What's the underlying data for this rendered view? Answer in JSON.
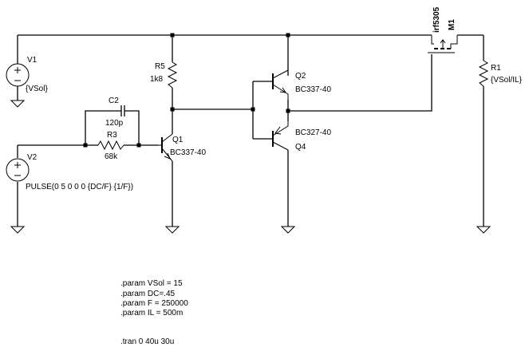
{
  "components": {
    "V1": {
      "ref": "V1",
      "value": "{VSol}"
    },
    "V2": {
      "ref": "V2",
      "value": "PULSE(0 5 0 0 0 {DC/F} {1/F})"
    },
    "C2": {
      "ref": "C2",
      "value": "120p"
    },
    "R3": {
      "ref": "R3",
      "value": "68k"
    },
    "R5": {
      "ref": "R5",
      "value": "1k8"
    },
    "Q1": {
      "ref": "Q1",
      "value": "BC337-40"
    },
    "Q2": {
      "ref": "Q2",
      "value": "BC337-40"
    },
    "Q4": {
      "ref": "Q4",
      "value": "BC327-40"
    },
    "M1": {
      "ref": "M1",
      "value": "irf5305"
    },
    "R1": {
      "ref": "R1",
      "value": "{VSol/IL}"
    }
  },
  "directives": [
    ".param VSol = 15",
    ".param DC=.45",
    ".param F = 250000",
    ".param IL = 500m",
    ".tran 0 40u 30u"
  ]
}
